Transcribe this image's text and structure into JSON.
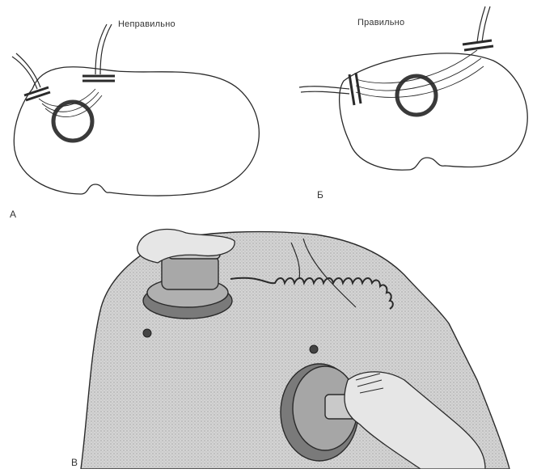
{
  "panel_a": {
    "title": "Неправильно",
    "letter": "А"
  },
  "panel_b": {
    "title": "Правильно",
    "letter": "Б"
  },
  "panel_c": {
    "letter": "В"
  },
  "colors": {
    "line": "#2a2a2a",
    "ring": "#3a3a3a",
    "torso_fill": "#cfcfcf",
    "paddle_fill": "#9a9a9a"
  }
}
